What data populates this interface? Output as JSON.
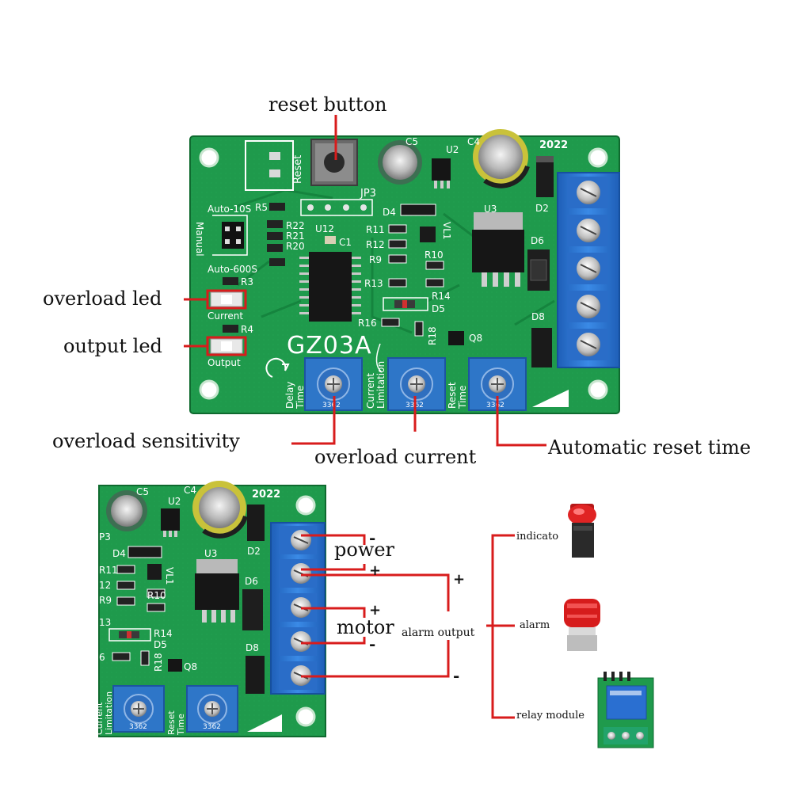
{
  "diagram": {
    "top_labels": {
      "reset_button": "reset button",
      "overload_led": "overload led",
      "output_led": "output led",
      "overload_sensitivity": "overload sensitivity",
      "overload_current": "overload current",
      "automatic_reset_time": "Automatic reset time"
    },
    "board": {
      "model": "GZ03A",
      "year": "2022",
      "silk": {
        "reset": "Reset",
        "jp3": "JP3",
        "c5": "C5",
        "c4": "C4",
        "u2": "U2",
        "u3": "U3",
        "u12": "U12",
        "c1": "C1",
        "d2": "D2",
        "d4": "D4",
        "d5": "D5",
        "d6": "D6",
        "d8": "D8",
        "q8": "Q8",
        "vl1": "VL1",
        "r3": "R3",
        "r4": "R4",
        "r5": "R5",
        "r9": "R9",
        "r10": "R10",
        "r11": "R11",
        "r12": "R12",
        "r13": "R13",
        "r14": "R14",
        "r16": "R16",
        "r18": "R18",
        "r20": "R20",
        "r21": "R21",
        "r22": "R22",
        "auto10": "Auto-10S",
        "auto600": "Auto-600S",
        "manual": "Manual",
        "current": "Current",
        "output": "Output",
        "delay_time_1": "Delay",
        "delay_time_2": "Time",
        "curr_lim_1": "Current",
        "curr_lim_2": "Limitation",
        "reset_time_1": "Reset",
        "reset_time_2": "Time",
        "pot_code": "3362"
      }
    },
    "bottom_labels": {
      "power": "power",
      "motor": "motor",
      "alarm_output": "alarm output",
      "indicator": "indicato",
      "alarm": "alarm",
      "relay_module": "relay module",
      "plus": "+",
      "minus": "-"
    },
    "colors": {
      "pcb": "#1f9a4c",
      "pcb_dark": "#137a37",
      "terminal": "#2f7ddb",
      "pot": "#2e76c8",
      "wire": "#d81c1c",
      "leader": "#d81c1c"
    }
  }
}
